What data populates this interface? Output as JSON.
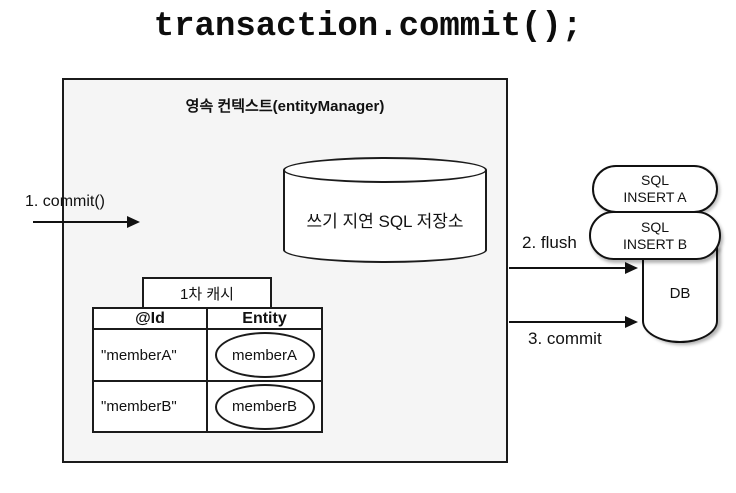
{
  "title": "transaction.commit();",
  "context": {
    "label": "영속 컨텍스트(entityManager)",
    "store_label": "쓰기 지연 SQL 저장소",
    "cache": {
      "label": "1차 캐시",
      "col_id": "@Id",
      "col_entity": "Entity",
      "rows": [
        {
          "id": "\"memberA\"",
          "entity": "memberA"
        },
        {
          "id": "\"memberB\"",
          "entity": "memberB"
        }
      ]
    }
  },
  "arrows": {
    "step1": "1. commit()",
    "step2": "2. flush",
    "step3": "3. commit"
  },
  "db": {
    "label": "DB",
    "inserts": [
      {
        "l1": "SQL",
        "l2": "INSERT A"
      },
      {
        "l1": "SQL",
        "l2": "INSERT B"
      }
    ]
  },
  "colors": {
    "line": "#1b1b1b",
    "context_bg": "#f5f5f5",
    "shape_fill": "#ffffff",
    "text": "#111111"
  }
}
